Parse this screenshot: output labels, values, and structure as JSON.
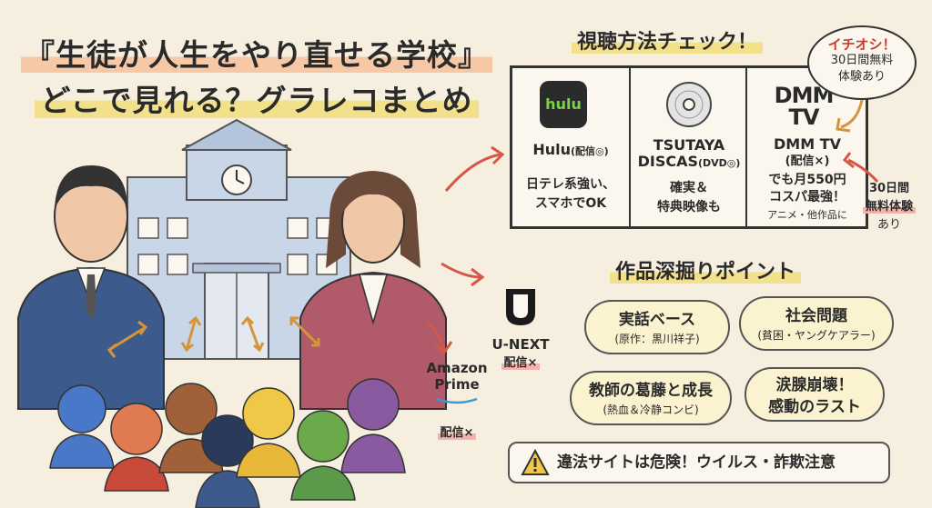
{
  "title": {
    "line1": "『生徒が人生をやり直せる学校』",
    "line2": "どこで見れる？グラレコまとめ"
  },
  "check_section": {
    "heading": "視聴方法チェック！"
  },
  "services": [
    {
      "logo": "hulu",
      "name": "Hulu",
      "status": "(配信◎)",
      "desc_lines": [
        "日テレ系強い、",
        "スマホでOK"
      ]
    },
    {
      "name_line1": "TSUTAYA",
      "name_line2": "DISCAS",
      "status": "(DVD◎)",
      "desc_lines": [
        "確実＆",
        "特典映像も"
      ]
    },
    {
      "logo_line1": "DMM",
      "logo_line2": "TV",
      "name": "DMM TV",
      "status": "(配信×)",
      "desc_lines": [
        "でも月550円",
        "コスパ最強！"
      ],
      "note": "アニメ・他作品に"
    }
  ],
  "bubble": {
    "pick": "イチオシ！",
    "line1": "30日間無料",
    "line2": "体験あり"
  },
  "side_note": {
    "line1": "30日間",
    "line2": "無料体験",
    "line3": "あり"
  },
  "other_services": [
    {
      "name": "U-NEXT",
      "status": "配信×"
    },
    {
      "name_line1": "Amazon",
      "name_line2": "Prime",
      "status": "配信×"
    }
  ],
  "points_section": {
    "heading": "作品深掘りポイント",
    "items": [
      {
        "main": "実話ベース",
        "sub": "(原作：黒川祥子)"
      },
      {
        "main": "社会問題",
        "sub": "(貧困・ヤングケアラー)"
      },
      {
        "main": "教師の葛藤と成長",
        "sub": "(熱血＆冷静コンビ)"
      },
      {
        "main": "涙腺崩壊！",
        "main2": "感動のラスト"
      }
    ]
  },
  "warning": {
    "text": "違法サイトは危険！ウイルス・詐欺注意"
  }
}
